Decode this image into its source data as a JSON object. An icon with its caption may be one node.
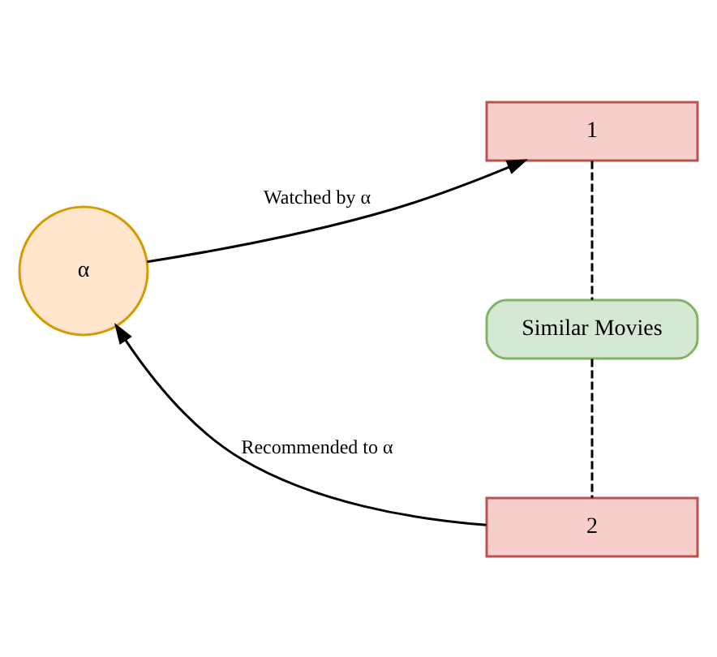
{
  "diagram": {
    "nodes": [
      {
        "text": [
          "α"
        ]
      },
      {
        "text": [
          "1"
        ]
      },
      {
        "text": [
          "Similar Movies"
        ]
      },
      {
        "text": [
          "2"
        ]
      }
    ],
    "edges": [
      {
        "from": 0,
        "to": 1,
        "arrow": "to",
        "label": "Watched by α"
      },
      {
        "from": 3,
        "to": 0,
        "arrow": "to",
        "label": "Recommended to α"
      },
      {
        "from": 1,
        "to": 2,
        "arrow": "none",
        "style": "dashed"
      },
      {
        "from": 2,
        "to": 3,
        "arrow": "none",
        "style": "dashed"
      }
    ]
  }
}
